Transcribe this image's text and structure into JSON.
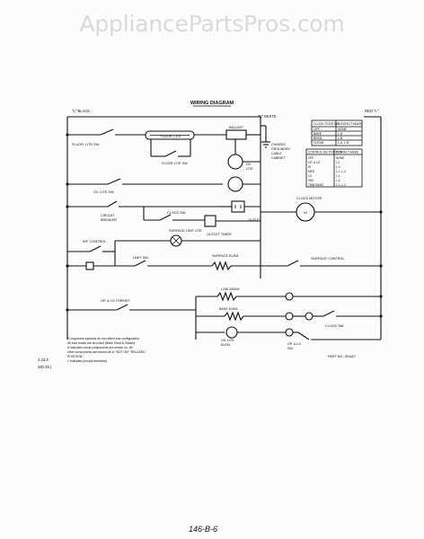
{
  "watermark": {
    "text": "AppliancePartsPros.com"
  },
  "diagram": {
    "title": "WIRING DIAGRAM",
    "left_terminal": "\"L\" BLACK",
    "neutral_terminal": "\"N\" WHITE",
    "right_terminal": "RED \"L\"",
    "ground_note": [
      "CHASSIS",
      "GROUNDED",
      "CABLE",
      "CABINET"
    ],
    "component_labels": {
      "fluor_lite_sw": "FLUOR. LITE SW.",
      "fluor_lite": "FLUOR. LITE",
      "fluor_lite_sw2": "FLUOR. LITE SW.",
      "ballast": "BALLAST",
      "ov_lite_sw": "OV. LITE SW.",
      "ov_lite": [
        "OV.",
        "LITE"
      ],
      "circuit_breaker": [
        "CIRCUIT",
        "BREAKER"
      ],
      "clock_sw": "CLOCK SW.",
      "outlet": "OUTLET",
      "outlet_timer": "OUTLET TIMER",
      "clock_motor": "CLOCK MOTOR",
      "surface_unit_lite": "SURFACE UNIT LITE",
      "inf_control": "INF. CONTROL",
      "limit_sw": "LIMIT SW.",
      "surface_elem": "SURFACE ELEM.",
      "surface_control": "SURFACE CONTROL",
      "op_a_lo_thermostat": "OP. & LO THRMST.",
      "broil_elem": "LOW 2400W",
      "bake_elem": "BAKE ELEM.",
      "ov_lite_elem": [
        "OV. LITE",
        "ELEM."
      ],
      "clock_sw2": "CLOCK SW.",
      "op_lo_sw": [
        "OP. & LO",
        "SW."
      ]
    },
    "legend_table": {
      "header": [
        "CLOCK POSITION",
        "CONTACT MADE"
      ],
      "rows": [
        [
          "OFF",
          "NONE"
        ],
        [
          "BAKE",
          "L-A"
        ],
        [
          "BROIL",
          "L-B"
        ],
        [
          "CLEAN",
          "L-A, L-B"
        ]
      ]
    },
    "legend_table_2": {
      "header": [
        "CONTROL SW. POSITION",
        "CONTACT MADE"
      ],
      "rows": [
        [
          "OFF",
          "NONE"
        ],
        [
          "OP. & LO",
          "L-1"
        ],
        [
          "HI",
          "L-2"
        ],
        [
          "MED",
          "L-1, L-2"
        ],
        [
          "LO",
          "L-1"
        ],
        [
          "SIM",
          "L-2"
        ],
        [
          "TIME BAKE",
          "L-1, L-2"
        ]
      ]
    },
    "notes": [
      "*Component symbols do not reflect true configuration.",
      "All fuse boxes are as noted (Bake,Timer,& Switch).",
      "A indicates circuit components are shown on. All",
      "other components are shown off or \"NOT ON\" \"RELAXED",
      "POSITION\".",
      "† Indicates (except electrical)"
    ],
    "date_code": [
      "4.23.3",
      "WD 25 |"
    ],
    "part_number": "PART NO. 3GAA7",
    "handwritten_page": "146-B-6"
  },
  "colors": {
    "ink": "#111111",
    "watermark": "#dadada",
    "paper": "#fcfcfb"
  }
}
